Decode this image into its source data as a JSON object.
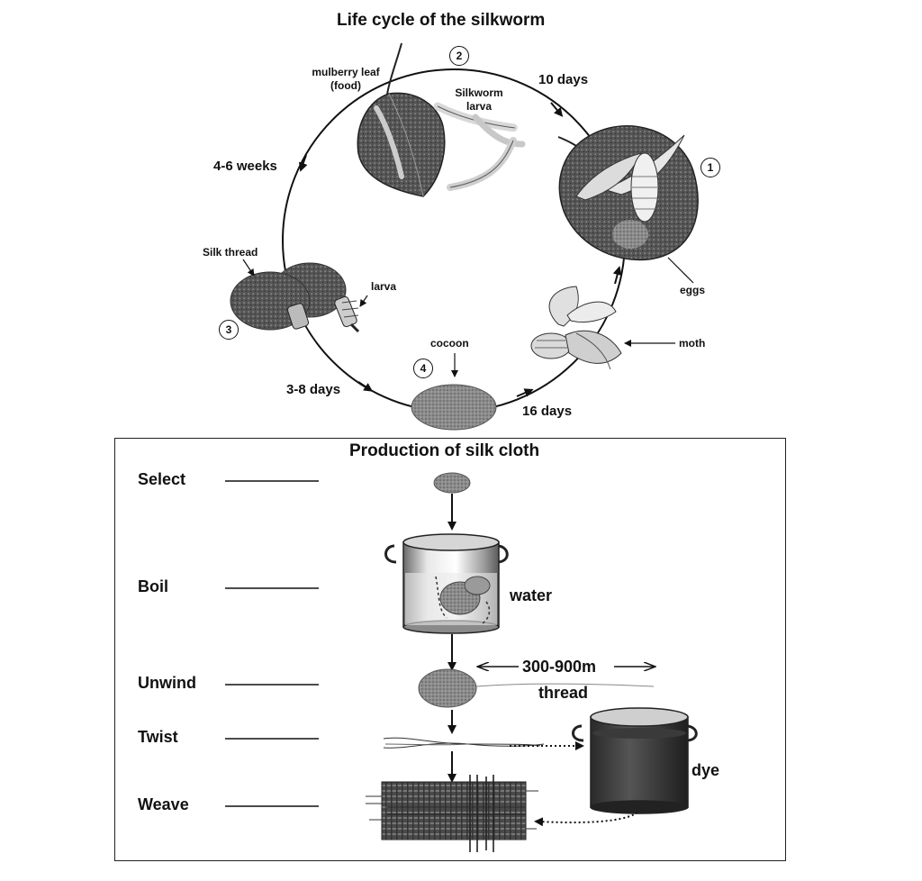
{
  "lifecycle": {
    "title": "Life cycle of the silkworm",
    "stages": [
      {
        "number": "1",
        "labels": [
          "eggs"
        ]
      },
      {
        "number": "2",
        "labels": [
          "mulberry leaf (food)",
          "Silkworm larva"
        ]
      },
      {
        "number": "3",
        "labels": [
          "Silk thread",
          "larva"
        ]
      },
      {
        "number": "4",
        "labels": [
          "cocoon"
        ]
      }
    ],
    "adult_label": "moth",
    "durations": [
      "10 days",
      "4-6 weeks",
      "3-8 days",
      "16 days"
    ]
  },
  "production": {
    "title": "Production of silk cloth",
    "steps": [
      "Select",
      "Boil",
      "Unwind",
      "Twist",
      "Weave"
    ],
    "boil_medium": "water",
    "thread_length": "300-900m",
    "thread_label": "thread",
    "dye_label": "dye"
  },
  "icons": [
    "mulberry-leaf-with-larvae",
    "leaf-with-moth-and-eggs",
    "cocoons-with-larvae",
    "cocoon",
    "moth",
    "cooking-pot",
    "dye-pot",
    "woven-cloth",
    "twisted-thread"
  ]
}
